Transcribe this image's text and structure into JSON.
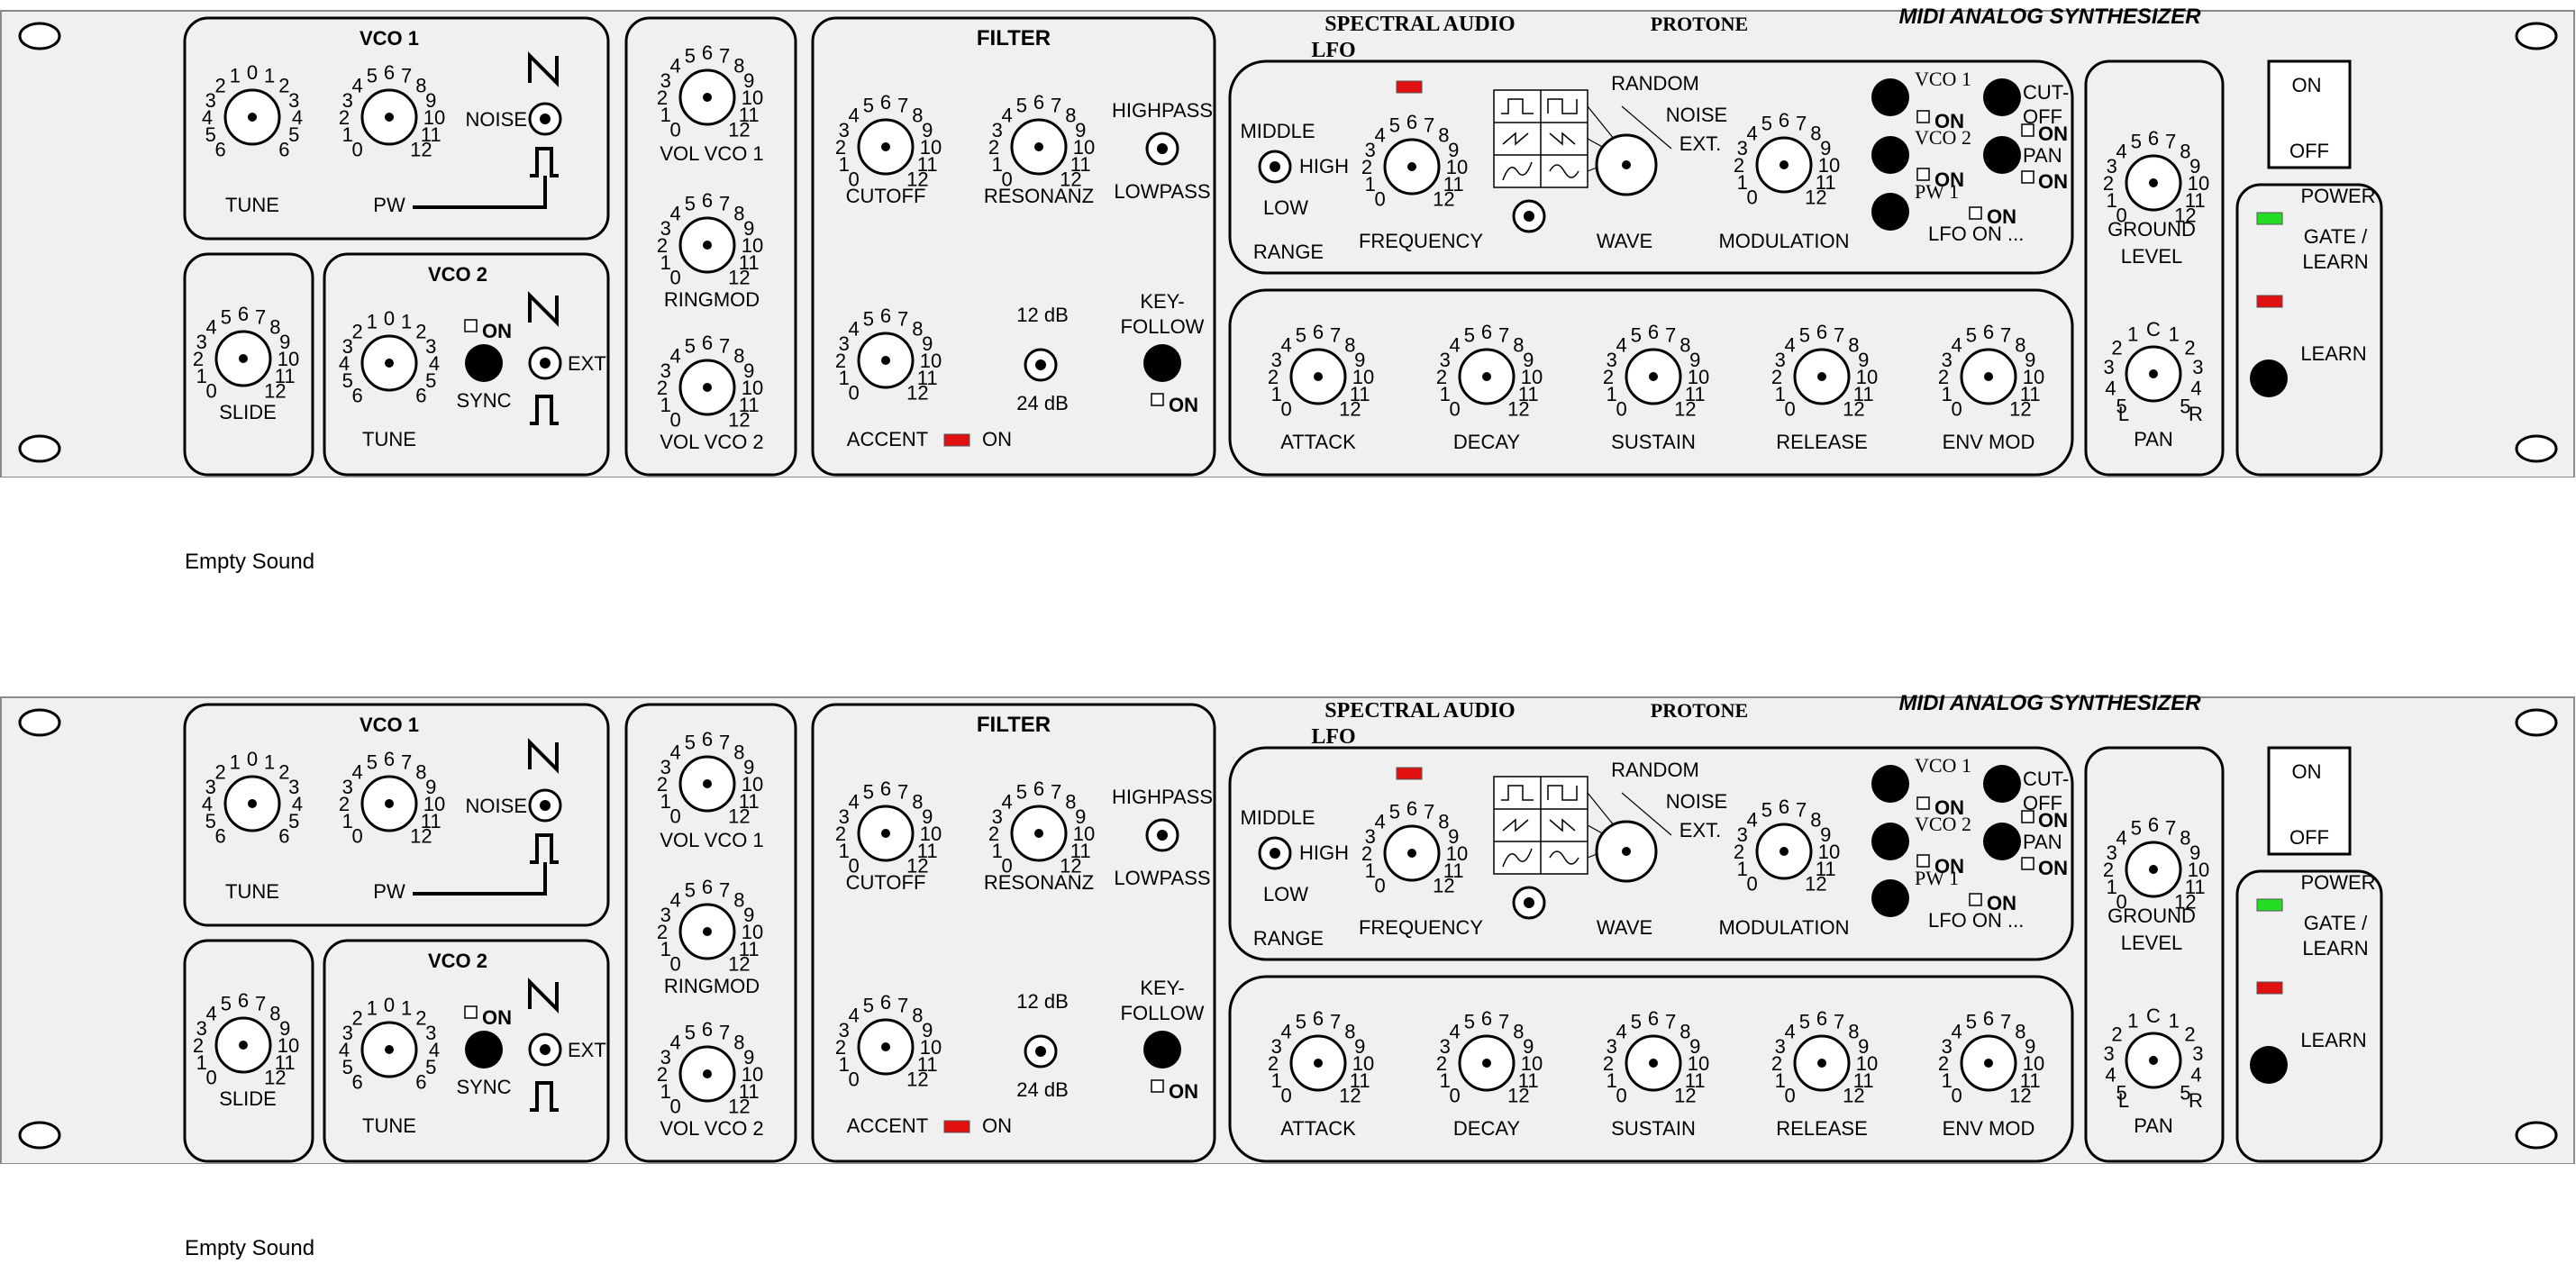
{
  "brand": {
    "maker": "SPECTRAL AUDIO",
    "product": "ProTone",
    "product_small_caps": "PROTONE",
    "subtitle": "MIDI ANALOG SYNTHESIZER"
  },
  "units": [
    {
      "preset_name": "Empty Sound"
    },
    {
      "preset_name": "Empty Sound"
    }
  ],
  "panel": {
    "vco1": {
      "title": "VCO 1",
      "tune_label": "TUNE",
      "pw_label": "PW",
      "noise_label": "NOISE",
      "tune_scale": [
        "6",
        "5",
        "4",
        "3",
        "2",
        "1",
        "0",
        "1",
        "2",
        "3",
        "4",
        "5",
        "6"
      ],
      "pw_scale": [
        "0",
        "1",
        "2",
        "3",
        "4",
        "5",
        "6",
        "7",
        "8",
        "9",
        "10",
        "11",
        "12"
      ]
    },
    "slide": {
      "label": "SLIDE",
      "scale": [
        "0",
        "1",
        "2",
        "3",
        "4",
        "5",
        "6",
        "7",
        "8",
        "9",
        "10",
        "11",
        "12"
      ]
    },
    "vco2": {
      "title": "VCO 2",
      "tune_label": "TUNE",
      "sync_label": "SYNC",
      "on_label": "ON",
      "ext_label": "EXT",
      "tune_scale": [
        "6",
        "5",
        "4",
        "3",
        "2",
        "1",
        "0",
        "1",
        "2",
        "3",
        "4",
        "5",
        "6"
      ]
    },
    "mixer": {
      "vol1": "VOL VCO 1",
      "ringmod": "RINGMOD",
      "vol2": "VOL VCO 2"
    },
    "filter": {
      "title": "FILTER",
      "cutoff": "CUTOFF",
      "resonance": "RESONANZ",
      "highpass": "HIGHPASS",
      "lowpass": "LOWPASS",
      "db12": "12 dB",
      "db24": "24 dB",
      "accent": "ACCENT",
      "accent_on": "ON",
      "keyfollow_1": "KEY-",
      "keyfollow_2": "FOLLOW",
      "keyfollow_on": "ON"
    },
    "lfo": {
      "title": "LFO",
      "middle": "MIDDLE",
      "high": "HIGH",
      "low": "LOW",
      "range": "RANGE",
      "frequency": "FREQUENCY",
      "wave": "WAVE",
      "random": "RANDOM",
      "noise": "NOISE",
      "ext": "EXT.",
      "modulation": "MODULATION",
      "vco1": "VCO 1",
      "vco2": "VCO 2",
      "pw1": "PW 1",
      "cutoff": "CUT-OFF",
      "pan": "PAN",
      "on": "ON",
      "lfo_on": "LFO ON ..."
    },
    "envelope": {
      "attack": "ATTACK",
      "decay": "DECAY",
      "sustain": "SUSTAIN",
      "release": "RELEASE",
      "env_mod": "ENV MOD"
    },
    "output": {
      "level": "LEVEL",
      "ground": "GROUND",
      "pan": "PAN",
      "left": "L",
      "right": "R",
      "center": "C",
      "pan_scale": [
        "5",
        "4",
        "3",
        "2",
        "1",
        "C",
        "1",
        "2",
        "3",
        "4",
        "5"
      ]
    },
    "power": {
      "on": "ON",
      "off": "OFF",
      "power": "POWER",
      "gate_1": "GATE /",
      "gate_2": "LEARN",
      "learn": "LEARN"
    },
    "knob_scale_12": [
      "0",
      "1",
      "2",
      "3",
      "4",
      "5",
      "6",
      "7",
      "8",
      "9",
      "10",
      "11",
      "12"
    ]
  },
  "colors": {
    "panel_bg": "#f0f0f0",
    "outline": "#000000",
    "led_red": "#e01010",
    "led_green": "#22dd22"
  }
}
